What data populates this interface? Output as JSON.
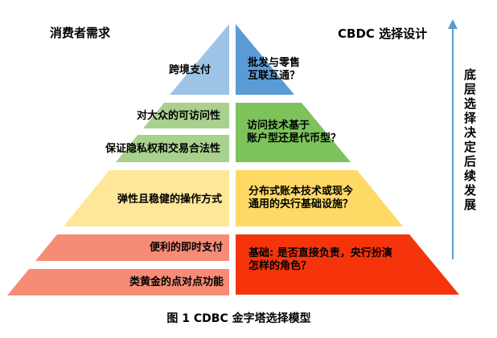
{
  "headers": {
    "left": "消费者需求",
    "right": "CBDC 选择设计"
  },
  "caption": "图 1 CDBC 金字塔选择模型",
  "side_note": {
    "text": "底层选择决定后续发展",
    "arrow_color": "#5B9BD5"
  },
  "pyramid": {
    "left_column": {
      "title": "消费者需求",
      "layers": [
        {
          "label": "跨境支付",
          "color": "#9DC3E6"
        },
        {
          "label": "对大众的可访问性",
          "color": "#A9D18E"
        },
        {
          "label": "保证隐私权和交易合法性",
          "color": "#A9D18E"
        },
        {
          "label": "弹性且稳健的操作方式",
          "color": "#FFE699"
        },
        {
          "label": "便利的即时支付",
          "color": "#F68C76"
        },
        {
          "label": "类黄金的点对点功能",
          "color": "#F68C76"
        }
      ]
    },
    "right_column": {
      "title": "CBDC 选择设计",
      "layers": [
        {
          "label": "批发与零售\n互联互通？",
          "color": "#5B9BD5"
        },
        {
          "label": "访问技术基于\n账户型还是代币型？",
          "color": "#7DC25B"
        },
        {
          "label": "分布式账本技术或现今\n通用的央行基础设施？",
          "color": "#FFD966"
        },
        {
          "label": "基础: 是否直接负责，央行扮演\n怎样的角色？",
          "color": "#F5340C"
        }
      ]
    }
  }
}
